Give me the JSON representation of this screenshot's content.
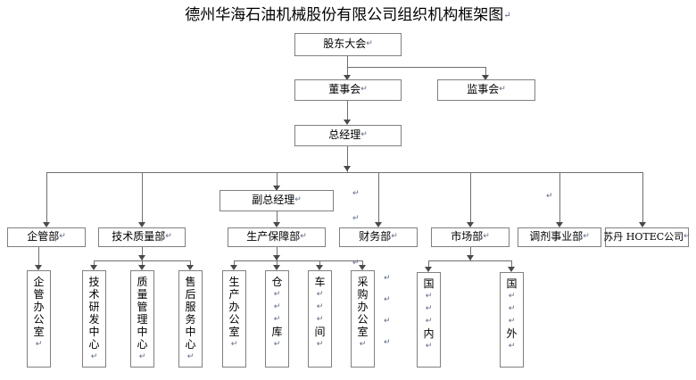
{
  "title": {
    "text": "德州华海石油机械股份有限公司组织机构框架图",
    "paragraph_mark": "↵"
  },
  "marks": {
    "pilcrow": "↵"
  },
  "colors": {
    "background": "#ffffff",
    "box_border": "#808080",
    "connector": "#6f6f6f",
    "arrow": "#4a4a4a",
    "text": "#000000",
    "paragraph_mark": "#5a6a8a"
  },
  "chart_data": {
    "type": "diagram",
    "title": "德州华海石油机械股份有限公司组织机构框架图",
    "levels": [
      {
        "level": 1,
        "nodes": [
          "股东大会"
        ]
      },
      {
        "level": 2,
        "nodes": [
          "董事会",
          "监事会"
        ]
      },
      {
        "level": 3,
        "nodes": [
          "总经理"
        ]
      },
      {
        "level": 4,
        "nodes": [
          "副总经理"
        ]
      },
      {
        "level": 5,
        "nodes": [
          "企管部",
          "技术质量部",
          "生产保障部",
          "财务部",
          "市场部",
          "调剂事业部",
          "苏丹 HOTEC公司"
        ]
      },
      {
        "level": 6,
        "nodes": [
          "企管办公室",
          "技术研发中心",
          "质量管理中心",
          "售后服务中心",
          "生产办公室",
          "仓库",
          "车间",
          "采购办公室",
          "国内",
          "国外"
        ]
      }
    ],
    "edges": [
      [
        "股东大会",
        "董事会"
      ],
      [
        "股东大会",
        "监事会"
      ],
      [
        "董事会",
        "总经理"
      ],
      [
        "总经理",
        "副总经理"
      ],
      [
        "总经理",
        "企管部"
      ],
      [
        "总经理",
        "技术质量部"
      ],
      [
        "总经理",
        "财务部"
      ],
      [
        "总经理",
        "市场部"
      ],
      [
        "总经理",
        "调剂事业部"
      ],
      [
        "总经理",
        "苏丹 HOTEC公司"
      ],
      [
        "副总经理",
        "生产保障部"
      ],
      [
        "企管部",
        "企管办公室"
      ],
      [
        "技术质量部",
        "技术研发中心"
      ],
      [
        "技术质量部",
        "质量管理中心"
      ],
      [
        "技术质量部",
        "售后服务中心"
      ],
      [
        "生产保障部",
        "生产办公室"
      ],
      [
        "生产保障部",
        "仓库"
      ],
      [
        "生产保障部",
        "车间"
      ],
      [
        "生产保障部",
        "采购办公室"
      ],
      [
        "市场部",
        "国内"
      ],
      [
        "市场部",
        "国外"
      ]
    ]
  },
  "nodes": {
    "shareholders_meeting": "股东大会",
    "board_of_directors": "董事会",
    "board_of_supervisors": "监事会",
    "general_manager": "总经理",
    "deputy_general_manager": "副总经理",
    "enterprise_management_dept": "企管部",
    "technical_quality_dept": "技术质量部",
    "production_support_dept": "生产保障部",
    "finance_dept": "财务部",
    "marketing_dept": "市场部",
    "allocation_business_dept": "调剂事业部",
    "sudan_hotec_company": "苏丹 HOTEC公司"
  },
  "vertical_nodes": {
    "enterprise_management_office": {
      "chars": [
        "企",
        "管",
        "办",
        "公",
        "室"
      ],
      "gaps": []
    },
    "technical_rd_center": {
      "chars": [
        "技",
        "术",
        "研",
        "发",
        "中",
        "心"
      ],
      "gaps": []
    },
    "quality_management_center": {
      "chars": [
        "质",
        "量",
        "管",
        "理",
        "中",
        "心"
      ],
      "gaps": []
    },
    "after_sales_service_center": {
      "chars": [
        "售",
        "后",
        "服",
        "务",
        "中",
        "心"
      ],
      "gaps": []
    },
    "production_office": {
      "chars": [
        "生",
        "产",
        "办",
        "公",
        "室"
      ],
      "gaps": []
    },
    "warehouse": {
      "chars": [
        "仓",
        "库"
      ],
      "gaps": [
        1
      ]
    },
    "workshop": {
      "chars": [
        "车",
        "间"
      ],
      "gaps": [
        1
      ]
    },
    "purchasing_office": {
      "chars": [
        "采",
        "购",
        "办",
        "公",
        "室"
      ],
      "gaps": []
    },
    "domestic": {
      "chars": [
        "国",
        "内"
      ],
      "gaps": [
        1
      ]
    },
    "overseas": {
      "chars": [
        "国",
        "外"
      ],
      "gaps": [
        1
      ]
    }
  }
}
